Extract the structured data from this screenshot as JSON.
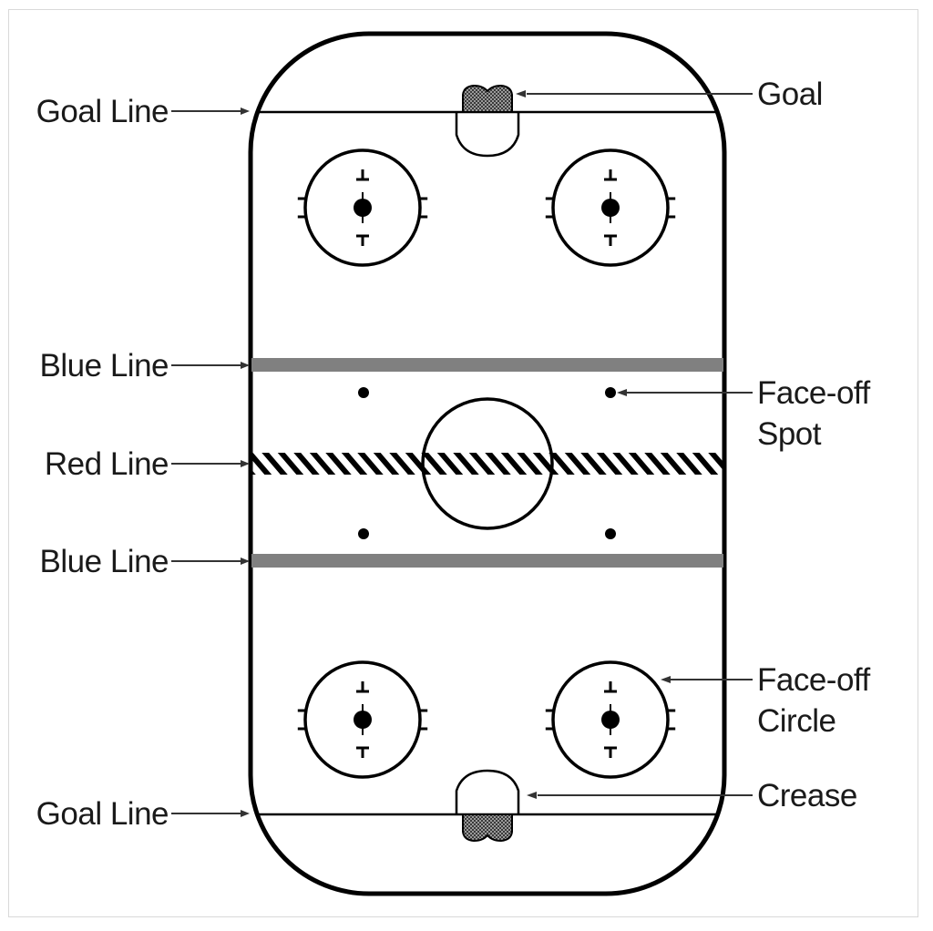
{
  "diagram": {
    "title": "Hockey Rink",
    "colors": {
      "ink": "#000000",
      "blue_line": "#808080",
      "goal_fill": "#6f6f6f",
      "frame": "#d9d9d9",
      "label": "#1a1a1a"
    },
    "labels": {
      "goal_line_top": "Goal Line",
      "blue_line_top": "Blue Line",
      "red_line": "Red Line",
      "blue_line_bottom": "Blue Line",
      "goal_line_bottom": "Goal Line",
      "goal": "Goal",
      "faceoff_spot_line1": "Face-off",
      "faceoff_spot_line2": "Spot",
      "faceoff_circle_line1": "Face-off",
      "faceoff_circle_line2": "Circle",
      "crease": "Crease"
    }
  }
}
